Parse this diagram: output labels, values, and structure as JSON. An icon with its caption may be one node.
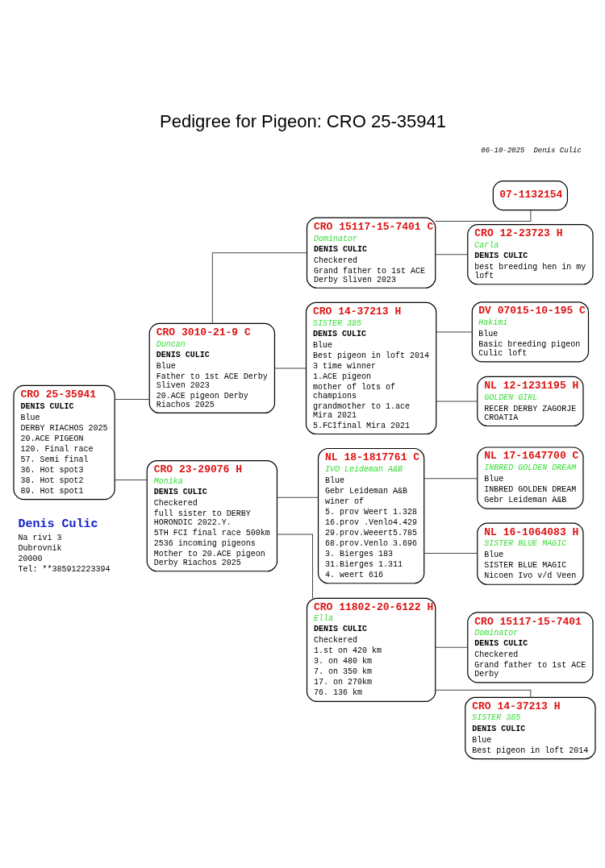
{
  "diagram": {
    "title": "Pedigree for Pigeon: CRO 25-35941",
    "nodes": [
      {
        "text": [
          "CRO 25-35941",
          "DENIS CULIC",
          "Blue",
          "DERBY RIACHOS 2025",
          "20.ACE PIGEON",
          "120. Final race",
          "57. Semi final",
          "36. Hot spot3",
          "38. Hot spot2",
          "89. Hot spot1"
        ]
      },
      {
        "text": [
          "CRO 3010-21-9 C",
          "Duncan",
          "DENIS CULIC",
          "Blue",
          "Father to 1st ACE Derby Sliven 2023",
          "20.ACE pigeon Derby Riachos 2025"
        ]
      },
      {
        "text": [
          "CRO 23-29076 H",
          "Monika",
          "DENIS CULIC",
          "Checkered",
          "full sister to DERBY HORONDIC 2022.Y.",
          "5TH FCI final race 500km",
          "2536 incoming pigeons",
          "Mother to 20.ACE pigeon Derby Riachos 2025"
        ]
      },
      {
        "text": [
          "CRO 15117-15-7401 C",
          "Dominator",
          "DENIS CULIC",
          "Checkered",
          "Grand father to 1st ACE Derby Sliven 2023"
        ]
      },
      {
        "text": [
          "CRO 14-37213 H",
          "SISTER 385",
          "DENIS CULIC",
          "Blue",
          "Best pigeon in loft 2014",
          "3 time winner",
          "1.ACE pigeon",
          "mother of lots of champions",
          "grandmother to 1.ace Mira 2021",
          "5.FCIfinal Mira 2021"
        ]
      },
      {
        "text": [
          "NL 18-1817761 C",
          "IVO Leideman A&B",
          "Blue",
          "Gebr Leideman A&B",
          "winer of",
          "5. prov Weert 1.328",
          "16.prov .Venlo4.429",
          "29.prov.Weeert5.785",
          "68.prov.Venlo 3.696",
          "3. Bierges 183",
          "31.Bierges 1.311",
          "4. weert 616"
        ]
      },
      {
        "text": [
          "CRO 11802-20-6122 H",
          "Ella",
          "DENIS CULIC",
          "Checkered",
          "1.st on 420 km",
          "3. on 480 km",
          "7. on 350 km",
          "17. on 270km",
          "76. 136 km"
        ]
      },
      {
        "text": [
          "07-1132154"
        ]
      },
      {
        "text": [
          "CRO 12-23723 H",
          "Carla",
          "DENIS CULIC",
          "best breeding hen in my loft"
        ]
      },
      {
        "text": [
          "DV 07015-10-195 C",
          "Hakimi",
          "Blue",
          "Basic breeding pigeon Culic loft"
        ]
      },
      {
        "text": [
          "NL 12-1231195 H",
          "GOLDEN GIRL",
          "RECER DERBY ZAGORJE CROATIA"
        ]
      },
      {
        "text": [
          "NL 17-1647700 C",
          "INBRED GOLDEN DREAM",
          "Blue",
          "INBRED GOLDEN DREAM",
          "Gebr Leideman A&B"
        ]
      },
      {
        "text": [
          "NL 16-1064083 H",
          "SISTER BLUE MAGIC",
          "Blue",
          "SISTER BLUE MAGIC",
          "Nicoen Ivo v/d Veen"
        ]
      },
      {
        "text": [
          "CRO 15117-15-7401",
          "Dominator",
          "DENIS CULIC",
          "Checkered",
          "Grand father to 1st ACE Derby"
        ]
      },
      {
        "text": [
          "CRO 14-37213 H",
          "SISTER 385",
          "DENIS CULIC",
          "Blue",
          "Best pigeon in loft 2014"
        ]
      }
    ],
    "edges": [
      {
        "from": 0,
        "to": 1,
        "arrow": "none"
      },
      {
        "from": 0,
        "to": 2,
        "arrow": "none"
      },
      {
        "from": 1,
        "to": 3,
        "arrow": "none"
      },
      {
        "from": 1,
        "to": 4,
        "arrow": "none"
      },
      {
        "from": 2,
        "to": 5,
        "arrow": "none"
      },
      {
        "from": 2,
        "to": 6,
        "arrow": "none"
      },
      {
        "from": 3,
        "to": 7,
        "arrow": "none"
      },
      {
        "from": 3,
        "to": 8,
        "arrow": "none"
      },
      {
        "from": 4,
        "to": 9,
        "arrow": "none"
      },
      {
        "from": 4,
        "to": 10,
        "arrow": "none"
      },
      {
        "from": 5,
        "to": 11,
        "arrow": "none"
      },
      {
        "from": 5,
        "to": 12,
        "arrow": "none"
      },
      {
        "from": 6,
        "to": 13,
        "arrow": "none"
      },
      {
        "from": 6,
        "to": 14,
        "arrow": "none"
      }
    ],
    "labels": [
      "Denis Culic",
      "Na rivi 3",
      "Dubrovnik",
      "20000",
      "Tel: **385912223394",
      "06-10-2025",
      "Denis Culic"
    ]
  }
}
